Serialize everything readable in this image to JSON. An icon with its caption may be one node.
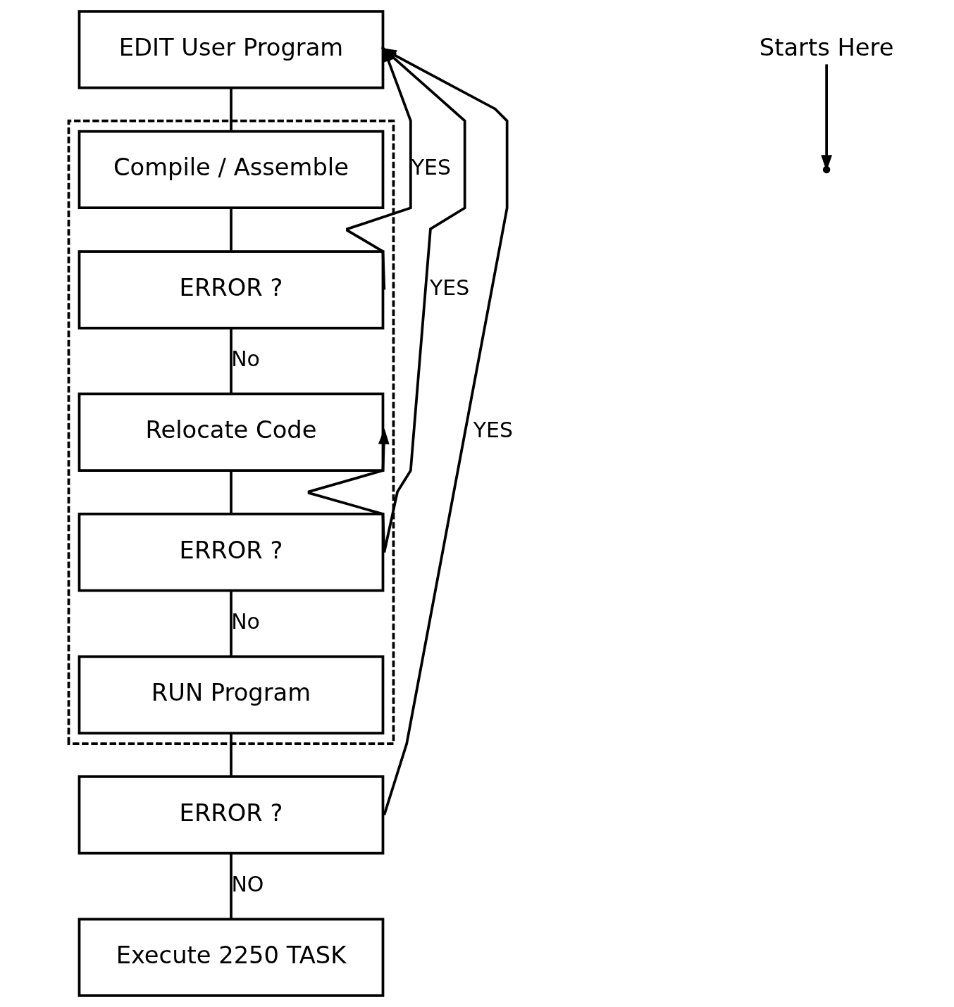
{
  "diagram": {
    "nodes": [
      {
        "text": [
          "EDIT User Program"
        ]
      },
      {
        "text": [],
        "shape": "box"
      },
      {
        "text": [
          "Compile / Assemble"
        ],
        "in": 1
      },
      {
        "text": [
          "ERROR ?"
        ],
        "in": 1
      },
      {
        "text": [
          "Relocate Code"
        ],
        "in": 1
      },
      {
        "text": [
          "ERROR ?"
        ],
        "in": 1
      },
      {
        "text": [
          "RUN Program"
        ],
        "in": 1
      },
      {
        "text": [
          "ERROR ?"
        ]
      },
      {
        "text": [
          "Execute 2250 TASK"
        ]
      },
      {
        "text": [
          "Starts Here"
        ]
      }
    ],
    "edges": [
      {
        "from": 0,
        "to": 2,
        "arrow": "none"
      },
      {
        "from": 2,
        "to": 3,
        "arrow": "none"
      },
      {
        "from": 3,
        "to": 4,
        "arrow": "none",
        "label": "No"
      },
      {
        "from": 4,
        "to": 5,
        "arrow": "none"
      },
      {
        "from": 5,
        "to": 6,
        "arrow": "none",
        "label": "No"
      },
      {
        "from": 6,
        "to": 7,
        "arrow": "none"
      },
      {
        "from": 7,
        "to": 8,
        "arrow": "none",
        "label": "NO"
      },
      {
        "from": 3,
        "to": 0,
        "arrow": "to",
        "label": "YES"
      },
      {
        "from": 5,
        "to": 0,
        "arrow": "to",
        "label": "YES"
      },
      {
        "from": 5,
        "to": 4,
        "arrow": "to"
      },
      {
        "from": 7,
        "to": 0,
        "arrow": "to",
        "label": "YES"
      },
      {
        "from": 9,
        "to": null,
        "arrow": "to"
      }
    ]
  }
}
